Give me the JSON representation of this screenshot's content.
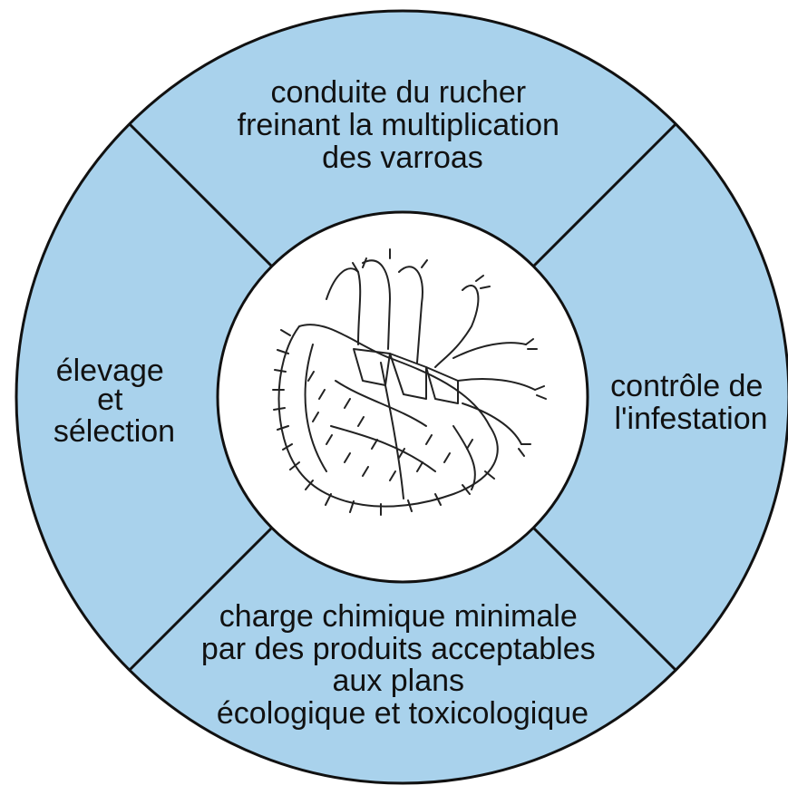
{
  "colors": {
    "background": "#ffffff",
    "ring_fill": "#a9d2ec",
    "center_fill": "#ffffff",
    "stroke": "#111111",
    "text": "#111111"
  },
  "center": {
    "icon": "varroa-mite-icon"
  },
  "segments": [
    {
      "id": "top",
      "lines": [
        "conduite du rucher",
        "freinant la multiplication",
        "des varroas"
      ]
    },
    {
      "id": "right",
      "lines": [
        "contrôle de",
        "l'infestation"
      ]
    },
    {
      "id": "bottom",
      "lines": [
        "charge chimique minimale",
        "par des produits acceptables",
        "aux plans",
        "écologique et toxicologique"
      ]
    },
    {
      "id": "left",
      "lines": [
        "élevage",
        "et",
        "sélection"
      ]
    }
  ]
}
